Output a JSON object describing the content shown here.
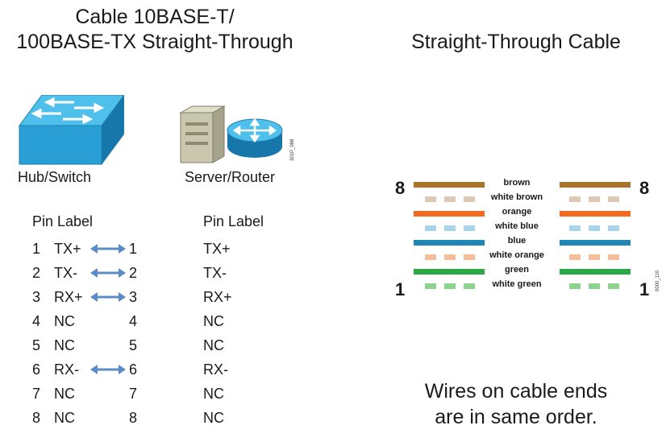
{
  "left_title": [
    "Cable 10BASE-T/",
    "100BASE-TX Straight-Through"
  ],
  "right_title": "Straight-Through Cable",
  "devices": {
    "hub_label": "Hub/Switch",
    "server_label": "Server/Router",
    "image_code": "301P_088"
  },
  "pinout": {
    "header_left": "Pin Label",
    "header_right": "Pin Label",
    "rows": [
      {
        "pin": "1",
        "label": "TX+",
        "arrow": true,
        "pin2": "1",
        "label2": "TX+"
      },
      {
        "pin": "2",
        "label": "TX-",
        "arrow": true,
        "pin2": "2",
        "label2": "TX-"
      },
      {
        "pin": "3",
        "label": "RX+",
        "arrow": true,
        "pin2": "3",
        "label2": "RX+"
      },
      {
        "pin": "4",
        "label": "NC",
        "arrow": false,
        "pin2": "4",
        "label2": "NC"
      },
      {
        "pin": "5",
        "label": "NC",
        "arrow": false,
        "pin2": "5",
        "label2": "NC"
      },
      {
        "pin": "6",
        "label": "RX-",
        "arrow": true,
        "pin2": "6",
        "label2": "RX-"
      },
      {
        "pin": "7",
        "label": "NC",
        "arrow": false,
        "pin2": "7",
        "label2": "NC"
      },
      {
        "pin": "8",
        "label": "NC",
        "arrow": false,
        "pin2": "8",
        "label2": "NC"
      }
    ]
  },
  "cable": {
    "end_top": "8",
    "end_bottom": "1",
    "image_code": "0000_110",
    "wires": [
      {
        "name": "brown",
        "color": "#a8742a",
        "style": "solid"
      },
      {
        "name": "white brown",
        "color": "#ddc9b6",
        "style": "dashed"
      },
      {
        "name": "orange",
        "color": "#f26b21",
        "style": "solid"
      },
      {
        "name": "white blue",
        "color": "#a9d5ea",
        "style": "dashed"
      },
      {
        "name": "blue",
        "color": "#1f86b5",
        "style": "solid"
      },
      {
        "name": "white orange",
        "color": "#f5bd98",
        "style": "dashed"
      },
      {
        "name": "green",
        "color": "#2aa845",
        "style": "solid"
      },
      {
        "name": "white green",
        "color": "#8cd38c",
        "style": "dashed"
      }
    ]
  },
  "caption": [
    "Wires on cable ends",
    "are in same order."
  ],
  "colors": {
    "arrow": "#5b8cc8",
    "device": "#2a9fd6"
  }
}
